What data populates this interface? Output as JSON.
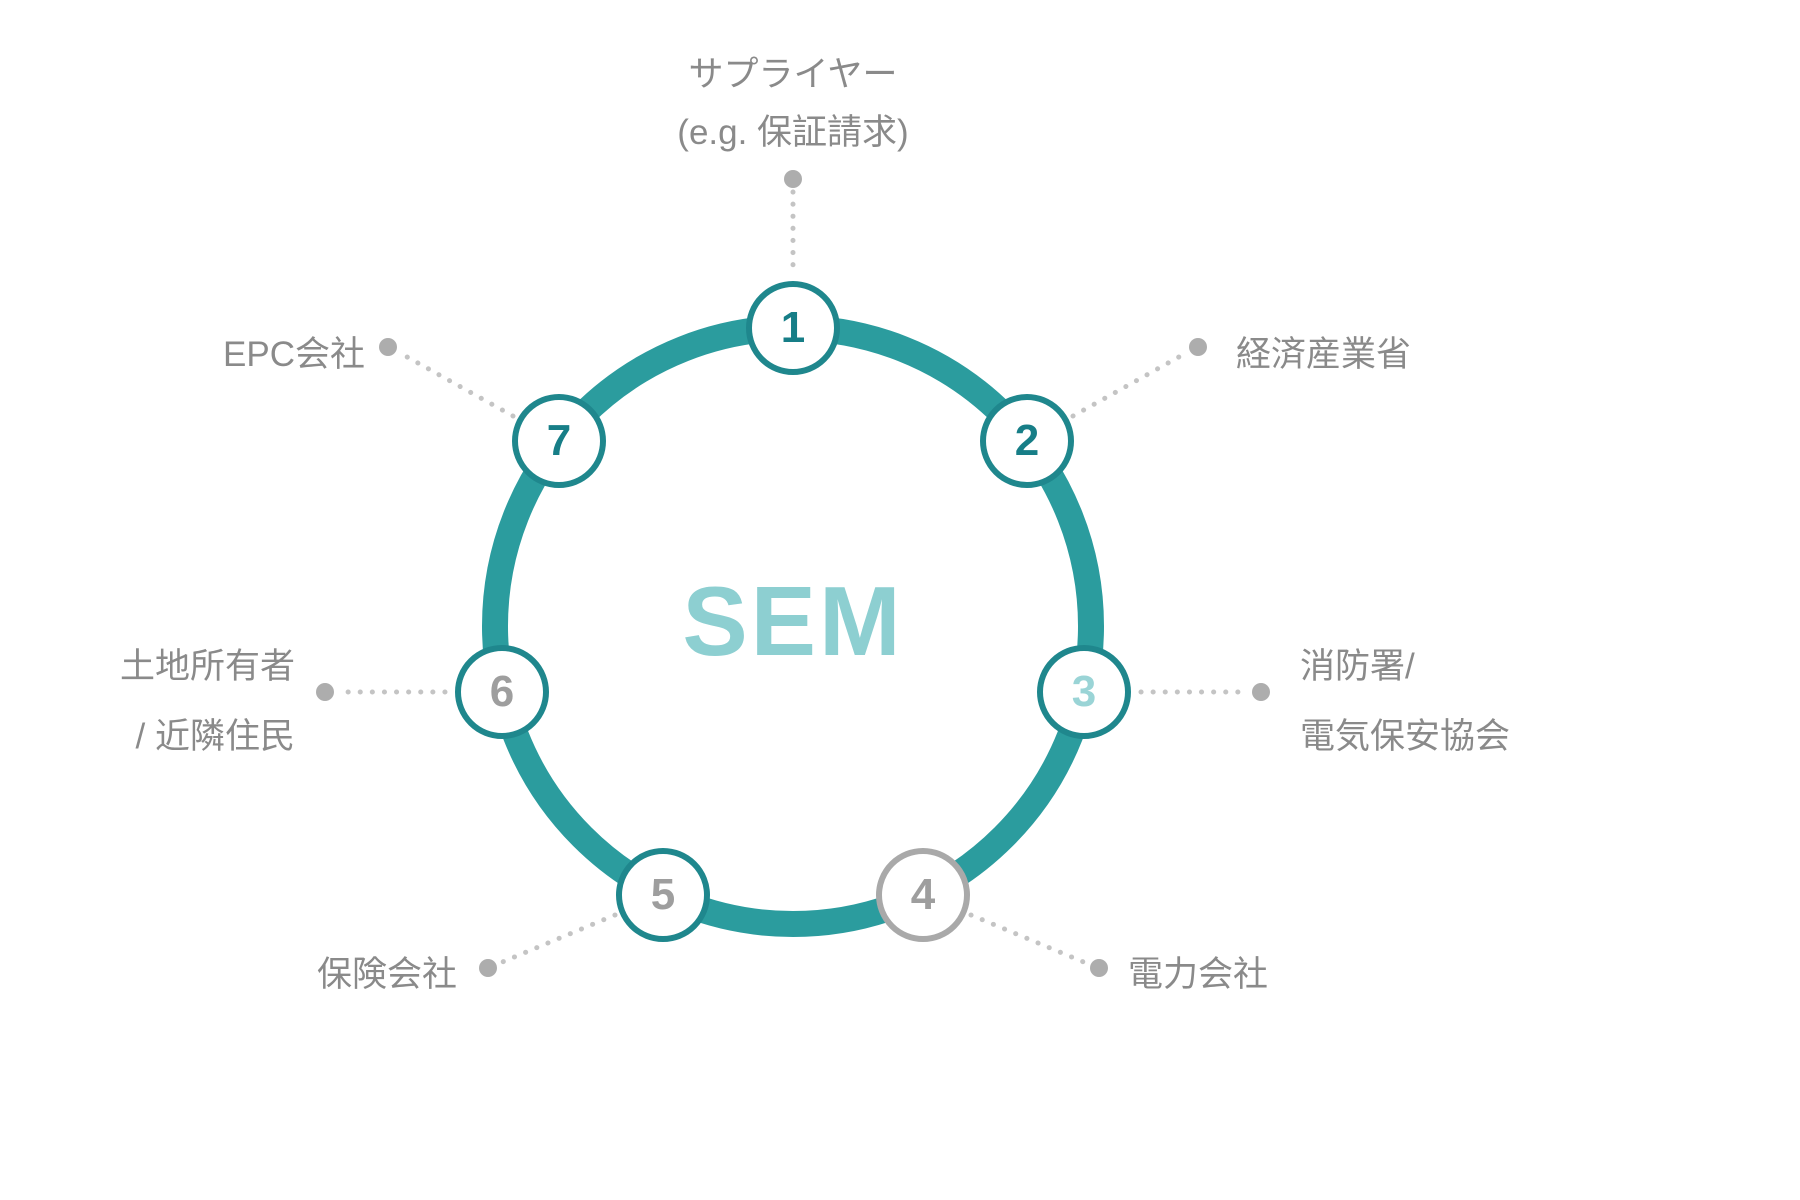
{
  "center": {
    "title": "SEM"
  },
  "colors": {
    "ring_teal": "#2B9C9E",
    "node_border_teal": "#1F878D",
    "node_border_gray": "#A9A9A9",
    "number_dark_teal": "#177E87",
    "number_light_teal": "#9AD4D6",
    "number_gray": "#9E9E9E",
    "center_light_teal": "#8DCFD1",
    "label_gray": "#8A8A8A",
    "connector_gray": "#C4C4C4",
    "dot_gray": "#ADADAD"
  },
  "nodes": [
    {
      "number": "1",
      "lines": [
        "サプライヤー",
        "(e.g. 保証請求)"
      ]
    },
    {
      "number": "2",
      "lines": [
        "経済産業省"
      ]
    },
    {
      "number": "3",
      "lines": [
        "消防署/",
        "電気保安協会"
      ]
    },
    {
      "number": "4",
      "lines": [
        "電力会社"
      ]
    },
    {
      "number": "5",
      "lines": [
        "保険会社"
      ]
    },
    {
      "number": "6",
      "lines": [
        "土地所有者",
        "/ 近隣住民"
      ]
    },
    {
      "number": "7",
      "lines": [
        "EPC会社"
      ]
    }
  ]
}
